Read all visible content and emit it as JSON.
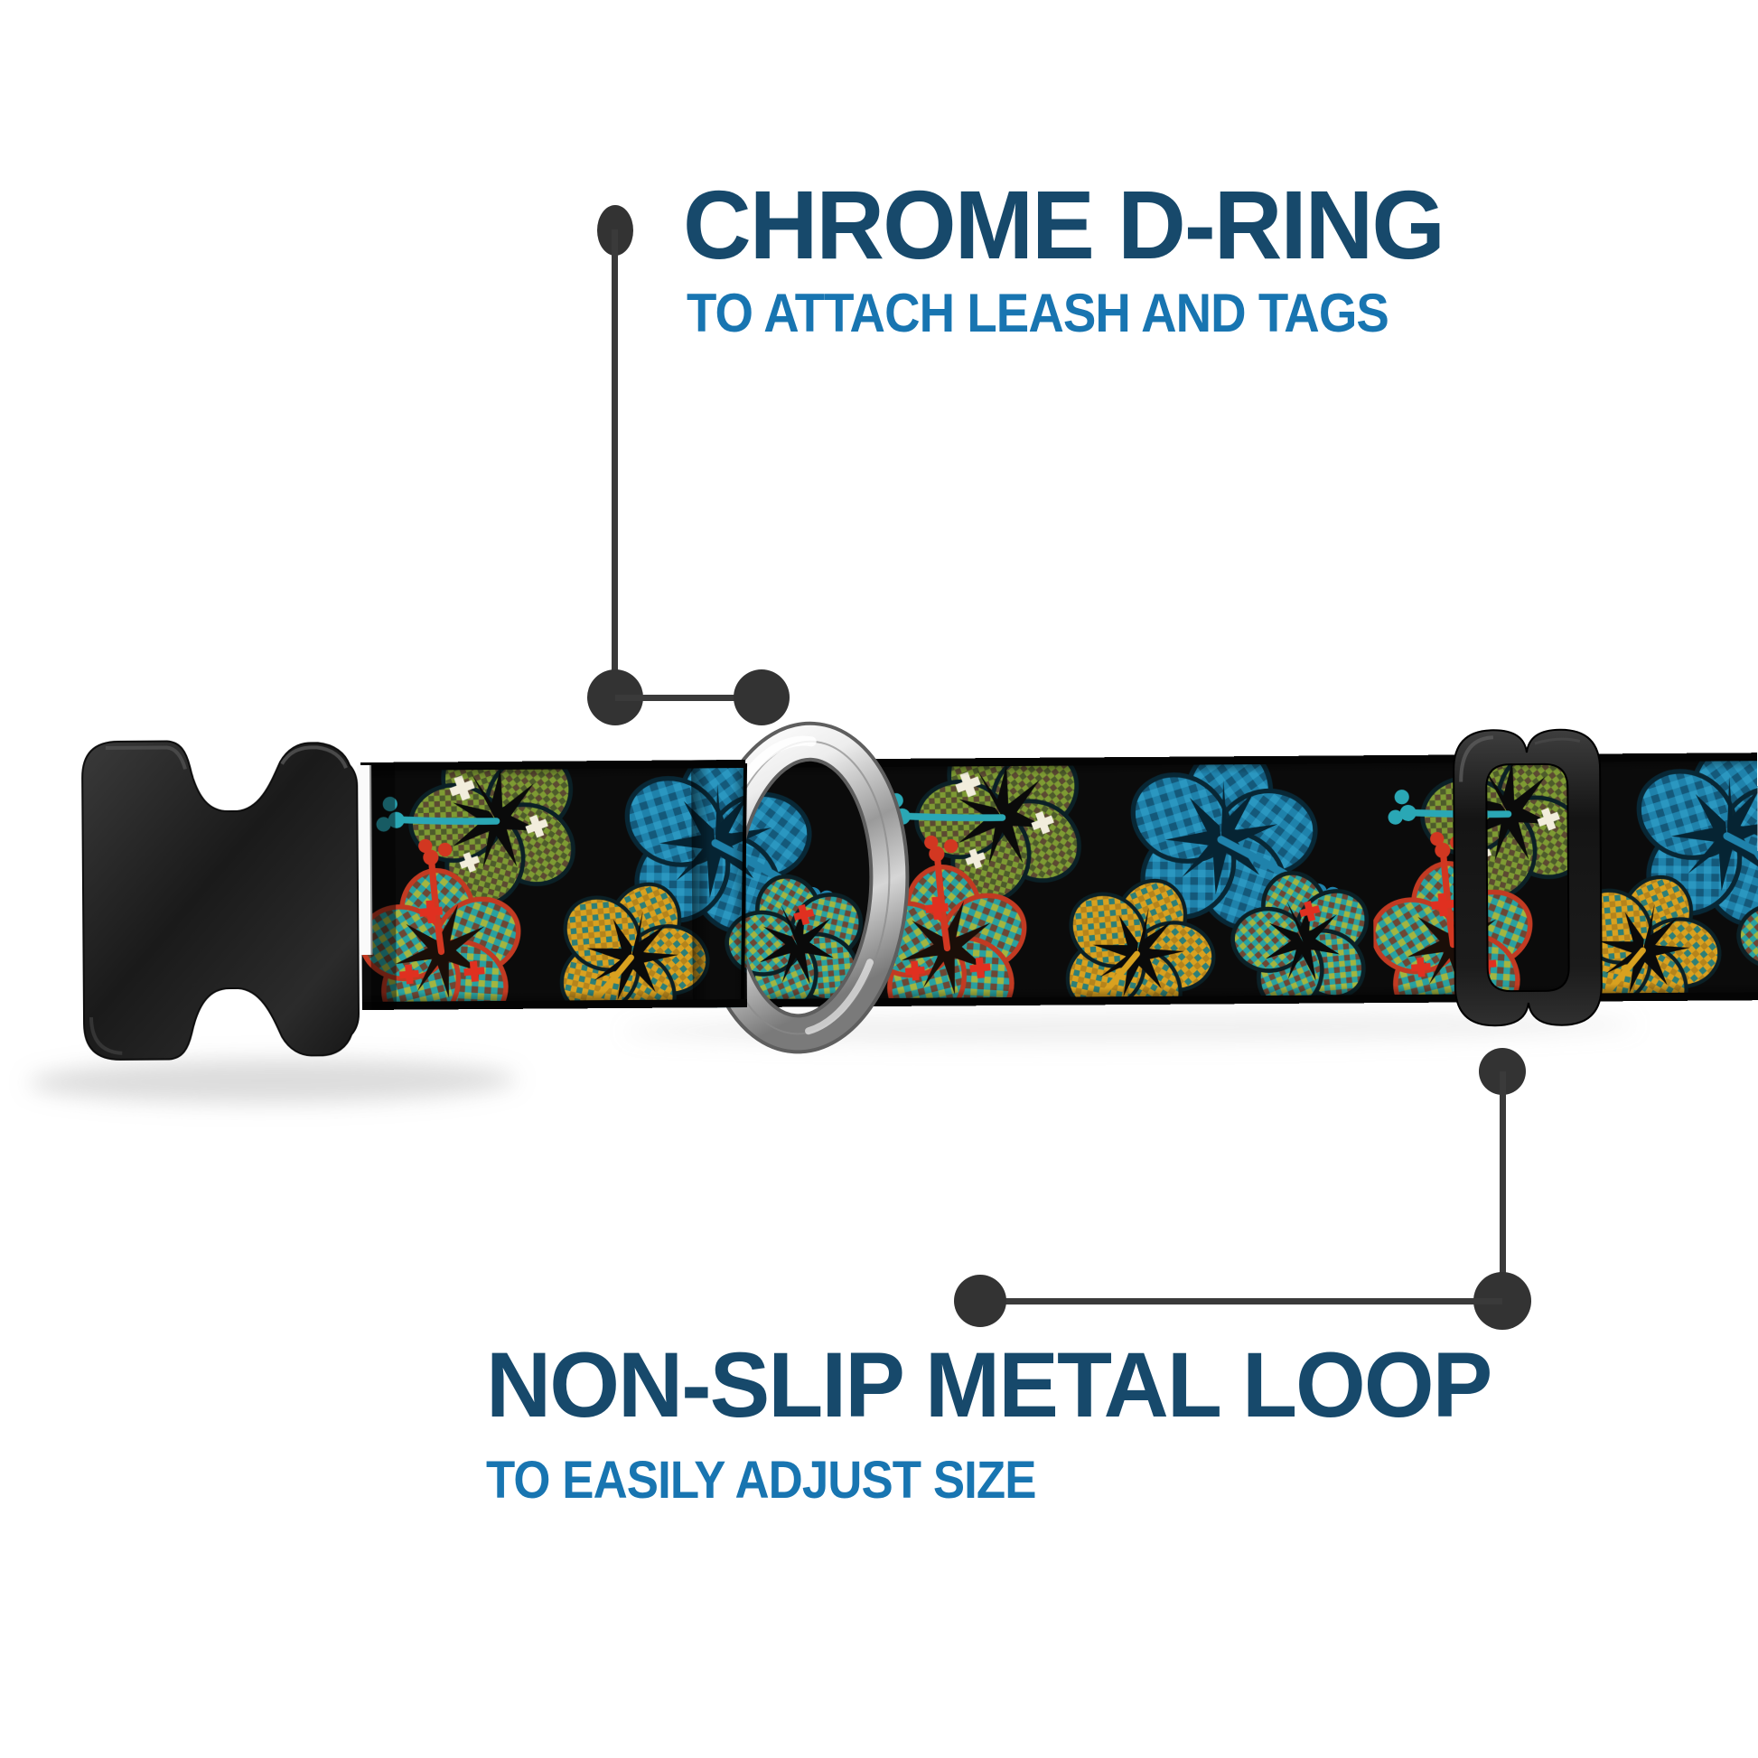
{
  "callouts": {
    "top": {
      "heading": "CHROME D-RING",
      "subheading": "TO ATTACH LEASH AND TAGS"
    },
    "bottom": {
      "heading": "NON-SLIP METAL LOOP",
      "subheading": "TO EASILY ADJUST SIZE"
    }
  },
  "colors": {
    "heading_navy": "#17496B",
    "subheading_blue": "#1875B1",
    "callout_gray": "#333333",
    "webbing_black": "#0B0B0B",
    "plastic_black": "#1B1B1B",
    "chrome_light": "#F8F8F8",
    "chrome_dark": "#8C8C8C",
    "flower_blue": "#1F82AB",
    "flower_green": "#7E9B33",
    "flower_gold": "#D9A11F",
    "flower_teal": "#28A1A1",
    "flower_red": "#D23721",
    "flower_brown": "#6E4733"
  }
}
